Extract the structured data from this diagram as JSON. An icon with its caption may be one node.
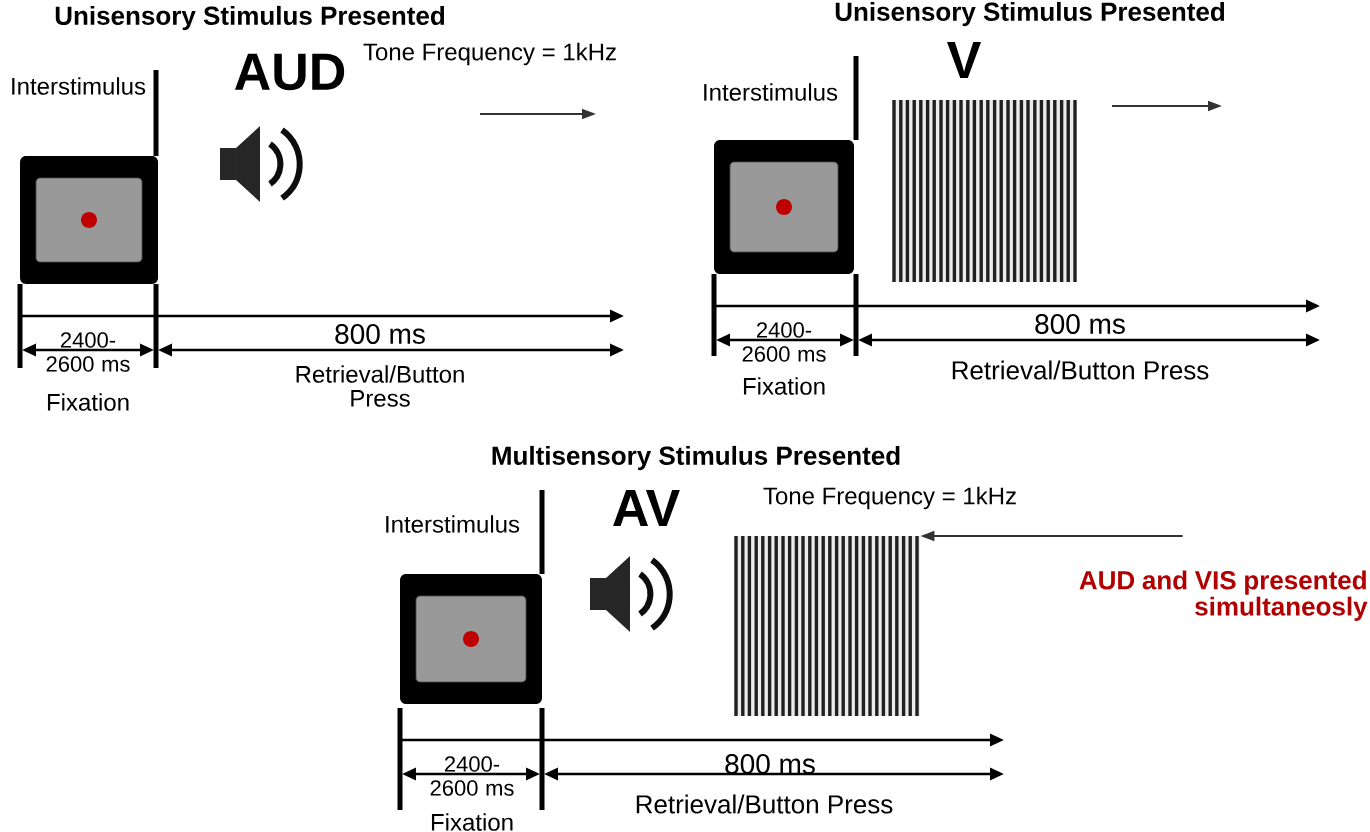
{
  "diagram": {
    "nodes": [
      {
        "text": [
          "AUD and VIS presented simultaneosly"
        ]
      },
      {
        "text": [],
        "shape": "picture"
      }
    ],
    "edges": [
      {
        "from": 0,
        "to": 1,
        "arrow": "to"
      }
    ],
    "labels": [
      "Unisensory Stimulus Presented",
      "AUD",
      "Interstimulus",
      "Tone Frequency = 1kHz",
      "2400-2600 ms",
      "Fixation",
      "800 ms",
      "Retrieval/Button Press",
      "Unisensory Stimulus Presented",
      "V",
      "Interstimulus",
      "2400-2600 ms",
      "Fixation",
      "800 ms",
      "Retrieval/Button Press",
      "Multisensory Stimulus Presented",
      "AV",
      "Interstimulus",
      "Tone Frequency = 1kHz",
      "2400-2600 ms",
      "Fixation",
      "800 ms",
      "Retrieval/Button Press"
    ]
  }
}
